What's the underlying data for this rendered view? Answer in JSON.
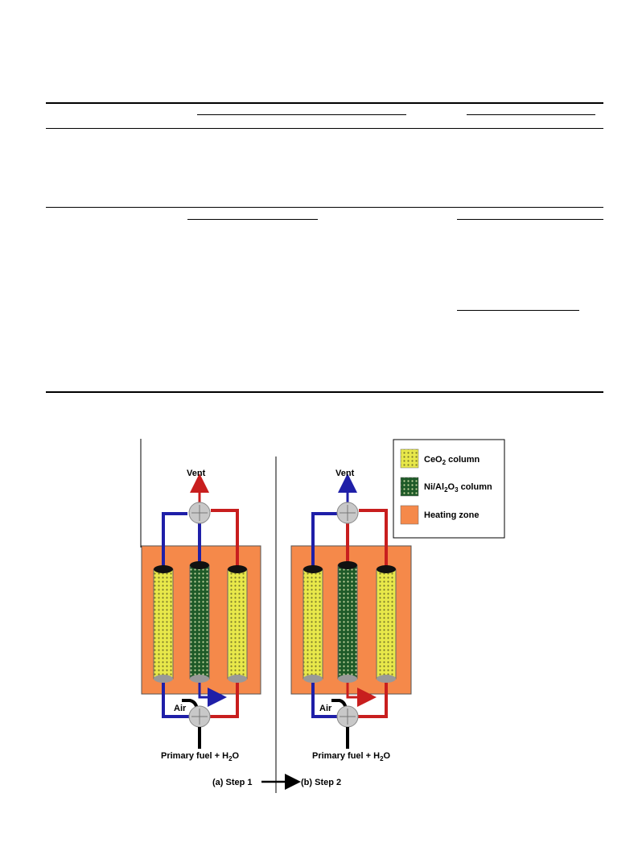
{
  "figure": {
    "vent_label": "Vent",
    "air_label": "Air",
    "fuel_label_main": "Primary fuel + H",
    "fuel_label_sub": "2",
    "fuel_label_tail": "O",
    "step1_label": "(a) Step 1",
    "step2_label": "(b) Step 2",
    "legend": {
      "ceo2_main": "CeO",
      "ceo2_sub": "2",
      "ceo2_tail": " column",
      "ni_main": "Ni/Al",
      "ni_sub1": "2",
      "ni_mid": "O",
      "ni_sub2": "3",
      "ni_tail": " column",
      "heating": "Heating zone"
    },
    "colors": {
      "heating_zone": "#F5894A",
      "ceo2_fill": "#E8E84A",
      "ni_fill": "#1E5A28",
      "blue_line": "#1F1FA8",
      "red_line": "#C81E1E"
    }
  }
}
